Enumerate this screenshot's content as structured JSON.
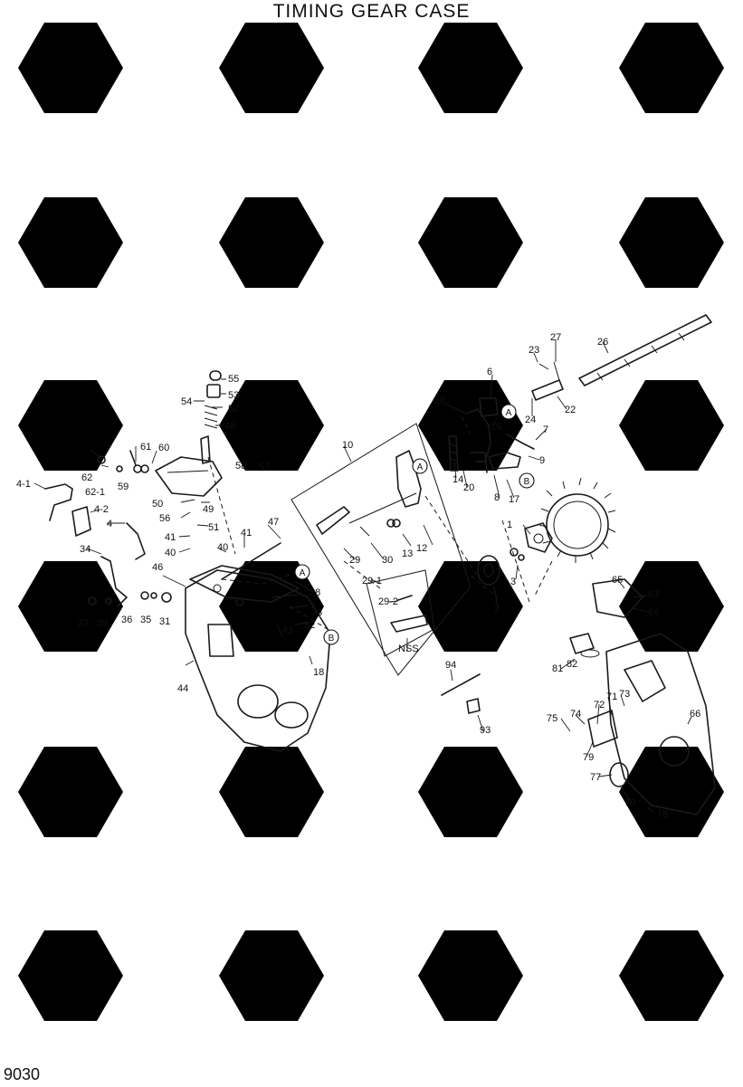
{
  "title": "TIMING GEAR CASE",
  "page_number": "9030",
  "callout_labels": {
    "a": "A",
    "b": "B"
  },
  "part_labels": {
    "p55": "55",
    "p53": "53",
    "p54": "54",
    "p52": "52",
    "p48": "48",
    "p61": "61",
    "p60": "60",
    "p62": "62",
    "p59": "59",
    "p62_1": "62-1",
    "p58": "58",
    "p57": "57",
    "p50": "50",
    "p49": "49",
    "p56": "56",
    "p51": "51",
    "p4_1": "4-1",
    "p4_2": "4-2",
    "p4": "4",
    "p34": "34",
    "p41a": "41",
    "p41b": "41",
    "p40a": "40",
    "p40b": "40",
    "p47": "47",
    "p46": "46",
    "p5": "5",
    "p38": "38",
    "p37": "37",
    "p39": "39",
    "p36": "36",
    "p35": "35",
    "p31": "31",
    "p43": "43",
    "p32": "32",
    "p33": "33",
    "p18": "18",
    "p44": "44",
    "p10": "10",
    "p29": "29",
    "p30": "30",
    "p13": "13",
    "p12": "12",
    "p29_1": "29-1",
    "p29_2": "29-2",
    "pnss": "NSS",
    "p94": "94",
    "p93": "93",
    "p16": "16",
    "p6": "6",
    "p19": "19",
    "p14": "14",
    "p20": "20",
    "p8": "8",
    "p17": "17",
    "p7": "7",
    "p9": "9",
    "p23": "23",
    "p27": "27",
    "p26": "26",
    "p24": "24",
    "p22": "22",
    "p1": "1",
    "p3": "3",
    "p2": "2",
    "p65": "65",
    "p63": "63",
    "p64": "64",
    "p81": "81",
    "p82": "82",
    "p66": "66",
    "p71": "71",
    "p73": "73",
    "p72": "72",
    "p74": "74",
    "p75": "75",
    "p79": "79",
    "p77": "77",
    "p70": "70",
    "p78": "78"
  },
  "icons": {
    "watermark": "hyundai-style-logo-watermark"
  }
}
